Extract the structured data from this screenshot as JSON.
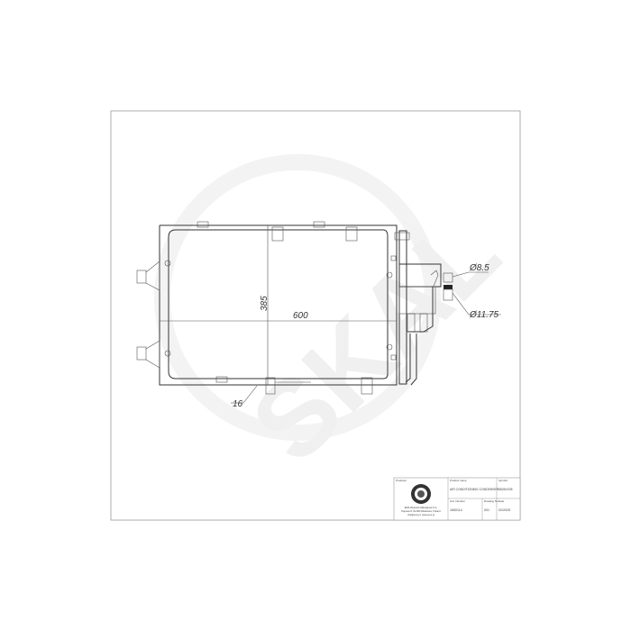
{
  "drawing": {
    "dimensions": {
      "height": "385",
      "width": "600",
      "thickness": "16",
      "diameter_outlet": "Ø8.5",
      "diameter_inlet": "Ø11.75"
    },
    "watermark": "SKAL"
  },
  "title_block": {
    "producer_label": "Producer",
    "producer_lines": [
      "EMS Wojciech Mikołajczyk S.A.",
      "Papowo 8, 81-800 Wadowice, Poland",
      "info@ems.pl, www.ems.pl"
    ],
    "product_name_label": "Product name",
    "product_name": "AIR CONDITIONING CONDENSER",
    "symbol_label": "Symbol",
    "symbol": "8526V205",
    "number_label": "Cat. Number",
    "number": "1650114",
    "drawing_no_label": "Drawing No.",
    "drawing_no": "001",
    "date_label": "Date",
    "date": "02/2025"
  }
}
